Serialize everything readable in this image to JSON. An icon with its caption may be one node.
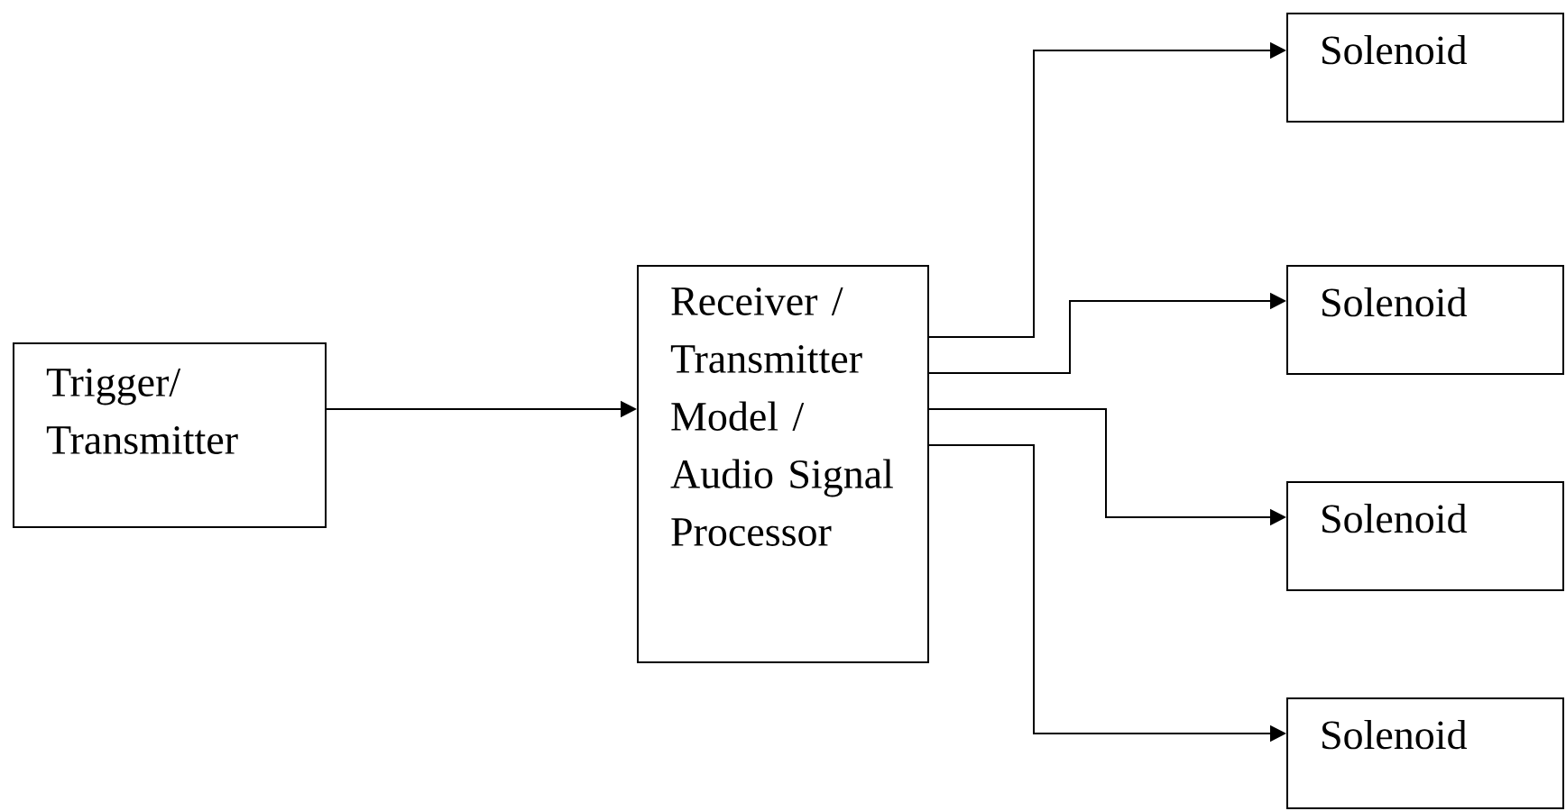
{
  "diagram": {
    "nodes": [
      {
        "text": [
          "Trigger/ Transmitter"
        ]
      },
      {
        "text": [
          "Receiver / Transmitter Model / Audio Signal Processor"
        ]
      },
      {
        "text": [
          "Solenoid"
        ]
      },
      {
        "text": [
          "Solenoid"
        ]
      },
      {
        "text": [
          "Solenoid"
        ]
      },
      {
        "text": [
          "Solenoid"
        ]
      }
    ],
    "edges": [
      {
        "from": 0,
        "to": 1,
        "arrow": "to"
      },
      {
        "from": 1,
        "to": 2,
        "arrow": "to"
      },
      {
        "from": 1,
        "to": 3,
        "arrow": "to"
      },
      {
        "from": 1,
        "to": 4,
        "arrow": "to"
      },
      {
        "from": 1,
        "to": 5,
        "arrow": "to"
      }
    ]
  }
}
